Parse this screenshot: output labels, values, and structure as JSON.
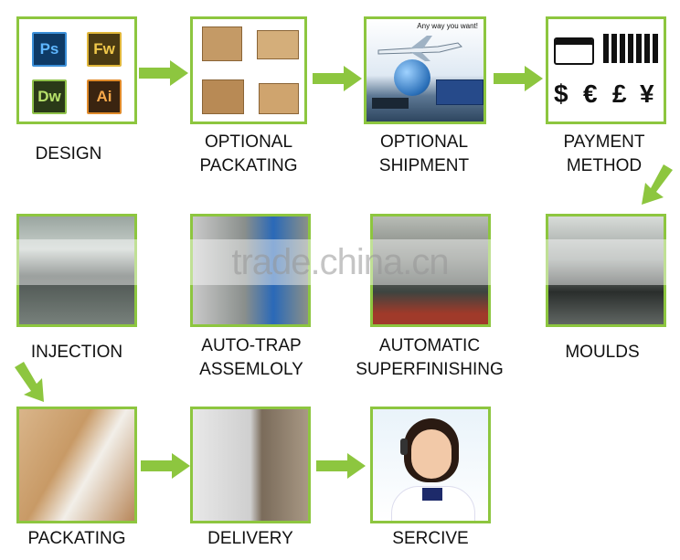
{
  "steps": [
    {
      "label_l1": "DESIGN",
      "label_l2": ""
    },
    {
      "label_l1": "OPTIONAL",
      "label_l2": "PACKATING"
    },
    {
      "label_l1": "OPTIONAL",
      "label_l2": "SHIPMENT"
    },
    {
      "label_l1": "PAYMENT",
      "label_l2": "METHOD"
    },
    {
      "label_l1": "INJECTION",
      "label_l2": ""
    },
    {
      "label_l1": "AUTO-TRAP",
      "label_l2": "ASSEMLOLY"
    },
    {
      "label_l1": "AUTOMATIC",
      "label_l2": "SUPERFINISHING"
    },
    {
      "label_l1": "MOULDS",
      "label_l2": ""
    },
    {
      "label_l1": "PACKATING",
      "label_l2": ""
    },
    {
      "label_l1": "DELIVERY",
      "label_l2": ""
    },
    {
      "label_l1": "SERCIVE",
      "label_l2": ""
    }
  ],
  "design_icons": [
    "Ps",
    "Fw",
    "Dw",
    "Ai"
  ],
  "shipment_slogan": "Any way you want!",
  "currencies": [
    "$",
    "€",
    "£",
    "¥"
  ],
  "watermark": "trade.china.cn",
  "colors": {
    "accent": "#8dc63f"
  },
  "icons": {
    "arrow": "green-arrow-icon"
  }
}
